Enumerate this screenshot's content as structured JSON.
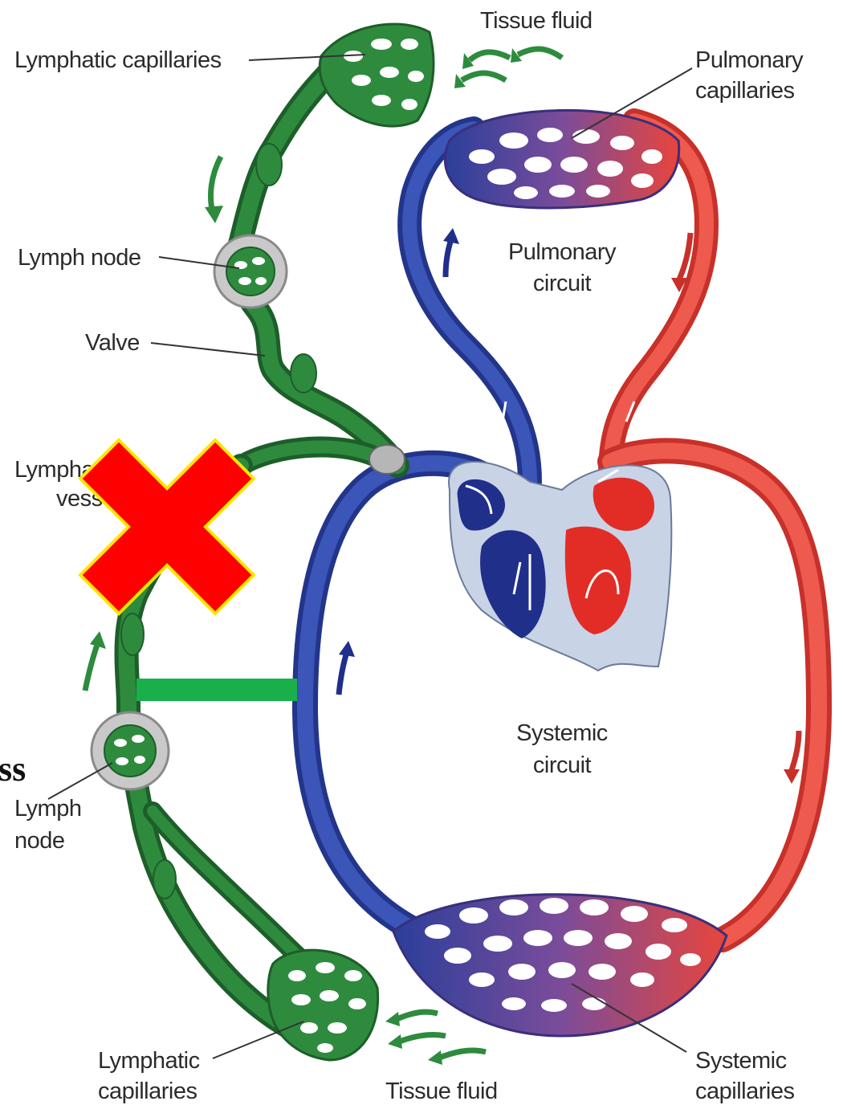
{
  "labels": {
    "tissue_fluid_top": "Tissue fluid",
    "lymphatic_capillaries_top": "Lymphatic capillaries",
    "pulmonary_capillaries_1": "Pulmonary",
    "pulmonary_capillaries_2": "capillaries",
    "lymph_node_top": "Lymph node",
    "valve": "Valve",
    "pulmonary_circuit_1": "Pulmonary",
    "pulmonary_circuit_2": "circuit",
    "lymphatic_vessel_1": "Lymphat",
    "lymphatic_vessel_2": "vess",
    "systemic_circuit_1": "Systemic",
    "systemic_circuit_2": "circuit",
    "lymph_node_bottom_1": "Lymph",
    "lymph_node_bottom_2": "node",
    "lymphatic_capillaries_bottom_1": "Lymphatic",
    "lymphatic_capillaries_bottom_2": "capillaries",
    "tissue_fluid_bottom": "Tissue fluid",
    "systemic_capillaries_1": "Systemic",
    "systemic_capillaries_2": "capillaries"
  },
  "overlay": {
    "cut_off_text": "ss"
  },
  "colors": {
    "lymph_green": "#2e8b3e",
    "lymph_dark": "#1d5e29",
    "vein_blue": "#2a3f9b",
    "artery_red": "#e8453c",
    "heart_bg": "#c9d3e6",
    "cross_red": "#ff0000",
    "cross_border": "#ffe600",
    "connector_green": "#19b04b",
    "node_grey": "#c9c9c9",
    "capillary_purple": "#6a4a9a"
  }
}
